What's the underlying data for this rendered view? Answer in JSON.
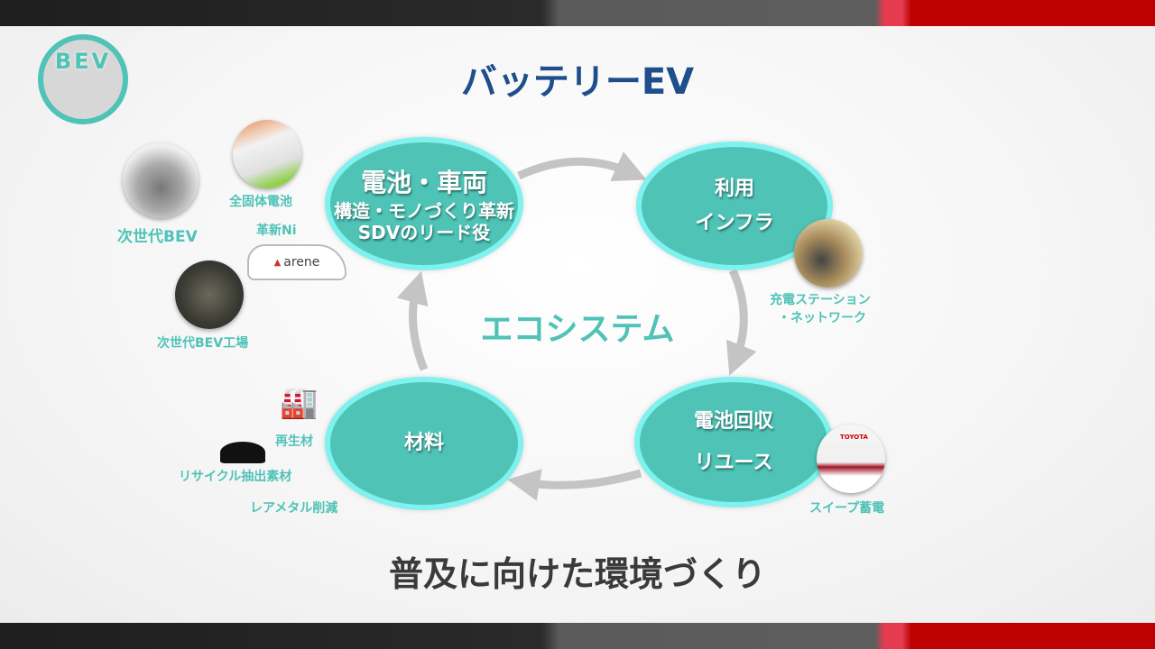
{
  "header": {
    "badge": "BEV",
    "title": "バッテリーEV"
  },
  "center_label": "エコシステム",
  "footer_title": "普及に向けた環境づくり",
  "nodes": {
    "battery_vehicle": {
      "line1": "電池・車両",
      "line2": "構造・モノづくり革新",
      "line3": "SDVのリード役"
    },
    "usage": {
      "line1": "利用",
      "line2": "インフラ"
    },
    "recovery": {
      "line1": "電池回収",
      "line2": "リユース"
    },
    "materials": {
      "line1": "材料"
    }
  },
  "captions": {
    "next_bev": "次世代BEV",
    "solid_battery": "全固体電池",
    "innovative_ni": "革新Ni",
    "arene": "arene",
    "factory": "次世代BEV工場",
    "charging_line1": "充電ステーション",
    "charging_line2": "・ネットワーク",
    "sweep": "スイープ蓄電",
    "toyota_logo": "TOYOTA",
    "recycled": "再生材",
    "recycle_extract": "リサイクル抽出素材",
    "rare_metal": "レアメタル削減"
  },
  "colors": {
    "accent": "#4ec3b6",
    "title": "#1f4e8c",
    "red": "#bd0000"
  }
}
